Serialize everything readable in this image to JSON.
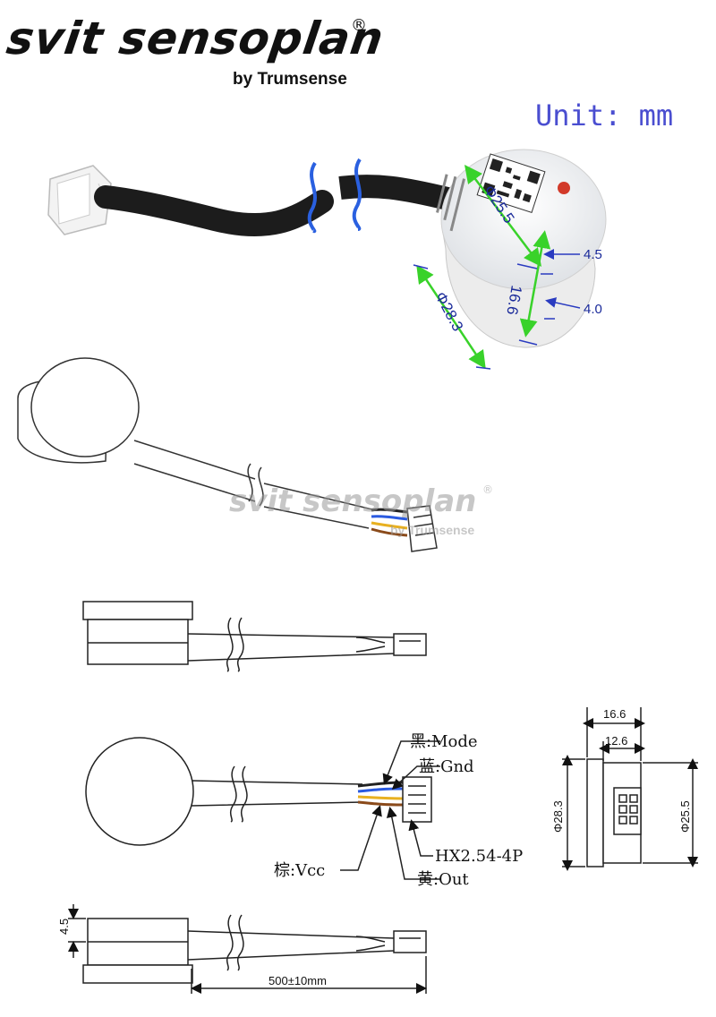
{
  "brand": {
    "name": "svit sensoplan",
    "registered": "®",
    "tagline": "by Trumsense"
  },
  "unit_label": "Unit: mm",
  "photo_dimensions": {
    "top_diameter": "Φ25.5",
    "bottom_diameter": "Φ28.3",
    "height": "16.6",
    "top_step": "4.5",
    "bottom_step": "4.0"
  },
  "watermark": {
    "name": "svit sensoplan",
    "registered": "®",
    "tagline": "by Trumsense"
  },
  "wiring": {
    "black": "黑:Mode",
    "blue": "蓝:Gnd",
    "brown": "棕:Vcc",
    "yellow": "黄:Out",
    "connector": "HX2.54-4P"
  },
  "end_view": {
    "outer_length": "16.6",
    "inner_length": "12.6",
    "outer_diameter": "Φ28.3",
    "inner_diameter": "Φ25.5"
  },
  "side_view": {
    "step": "4.5",
    "cable_length": "500±10mm"
  },
  "colors": {
    "accent_blue": "#2a3bc0",
    "dimension_green": "#39d22a",
    "wire_black": "#222222",
    "wire_blue": "#2a5ae0",
    "wire_brown": "#8a4a1a",
    "wire_yellow": "#e8b020"
  }
}
